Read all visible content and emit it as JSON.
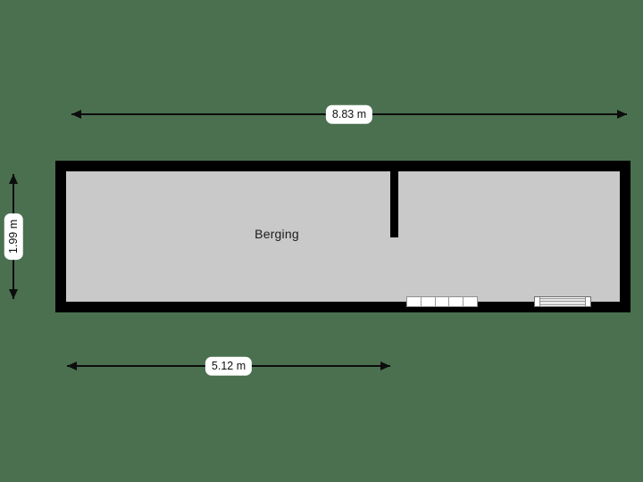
{
  "plan": {
    "title": "Berging floor plan",
    "background_color": "#4a7050",
    "wall_color": "#000000",
    "floor_color": "#c9c9c9",
    "rooms": [
      {
        "name": "Berging",
        "label": "Berging"
      }
    ],
    "dimensions": {
      "top": {
        "label": "8.83 m",
        "value": 8.83,
        "unit": "m",
        "orientation": "horizontal"
      },
      "left": {
        "label": "1.99 m",
        "value": 1.99,
        "unit": "m",
        "orientation": "vertical"
      },
      "bottom": {
        "label": "5.12 m",
        "value": 5.12,
        "unit": "m",
        "orientation": "horizontal"
      }
    },
    "openings": [
      {
        "type": "garage-door",
        "name": "sectional-door",
        "segments": 5,
        "wall": "bottom"
      },
      {
        "type": "window",
        "name": "window",
        "wall": "bottom"
      }
    ],
    "features": [
      {
        "type": "partition-wall",
        "name": "interior-partition-stub"
      }
    ]
  }
}
